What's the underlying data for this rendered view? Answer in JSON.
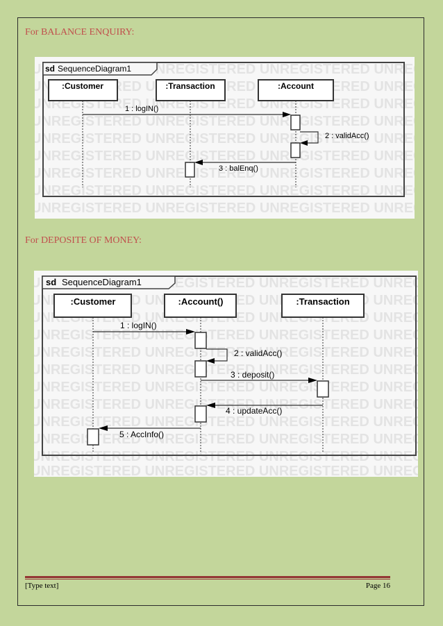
{
  "sections": [
    {
      "heading": "For BALANCE ENQUIRY:",
      "frame_label": "SequenceDiagram1",
      "frame_keyword": "sd",
      "lifelines": [
        ":Customer",
        ":Transaction",
        ":Account"
      ],
      "messages": [
        "1 : logIN()",
        "2 : validAcc()",
        "3 : balEnq()"
      ]
    },
    {
      "heading": "For DEPOSITE OF MONEY:",
      "frame_label": "SequenceDiagram1",
      "frame_keyword": "sd",
      "lifelines": [
        ":Customer",
        ":Account()",
        ":Transaction"
      ],
      "messages": [
        "1 : logIN()",
        "2 : validAcc()",
        "3 : deposit()",
        "4 : updateAcc()",
        "5 : AccInfo()"
      ]
    }
  ],
  "watermark": "UNREGISTERED",
  "footer": {
    "left": "[Type text]",
    "right": "Page 16"
  },
  "colors": {
    "page_bg": "#c3d69b",
    "heading": "#c0504d",
    "footer_rule": "#943634"
  }
}
